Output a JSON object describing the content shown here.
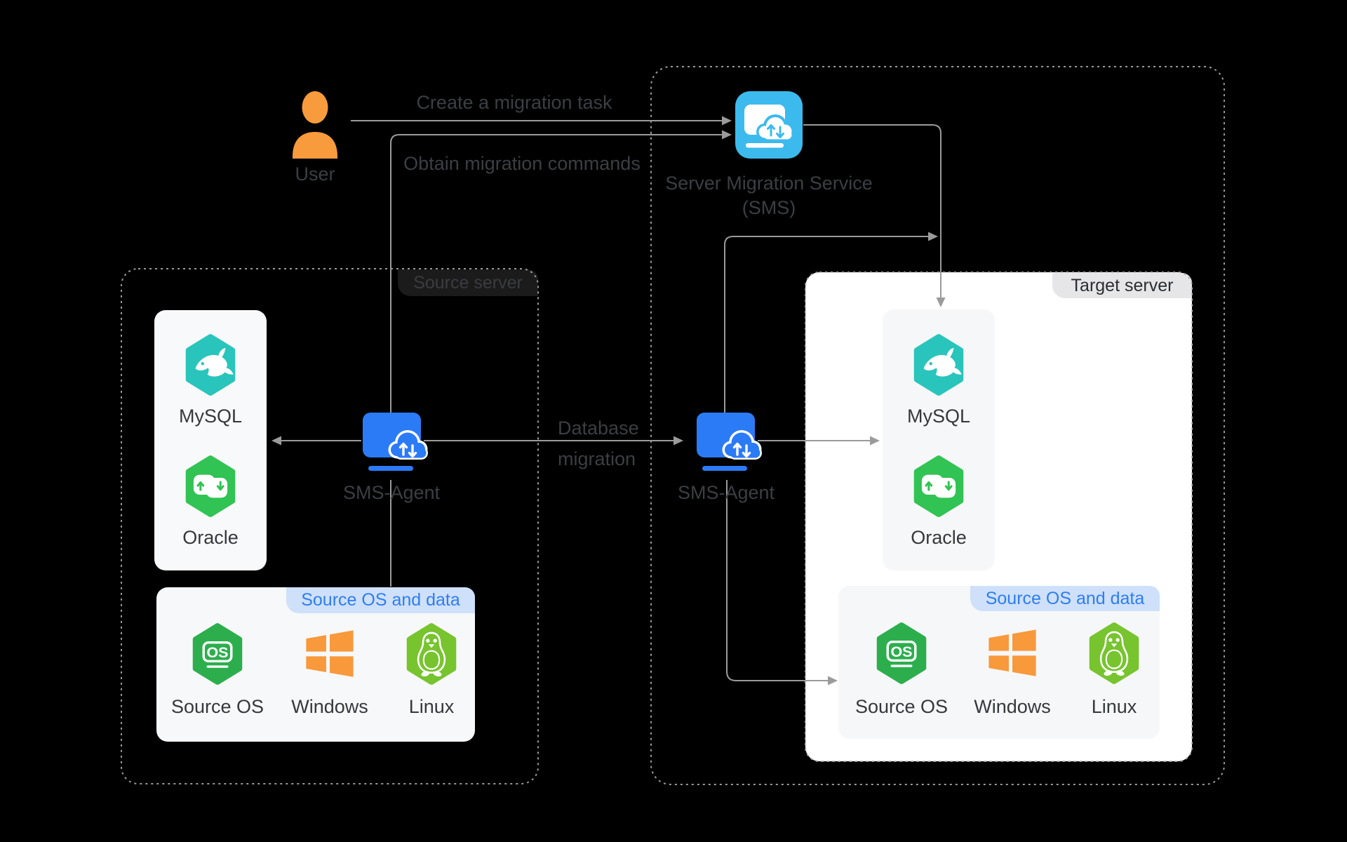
{
  "colors": {
    "background": "#000000",
    "agent_blue": "#2b7bf7",
    "service_blue": "#3cbaee",
    "mysql_teal": "#29c5bc",
    "oracle_green": "#31c353",
    "source_os_green": "#2cae4d",
    "linux_green": "#77c42f",
    "windows_orange": "#f8993c",
    "user_orange": "#f89b3d",
    "connector_gray": "#9b9b9b",
    "tag_blue_bg": "#cfe0fa",
    "tag_blue_text": "#2e7ef2",
    "panel_white": "#ffffff",
    "panel_gray": "#f7f8f9"
  },
  "user": {
    "label": "User"
  },
  "sms_service": {
    "label_line1": "Server Migration Service",
    "label_line2": "(SMS)"
  },
  "connectors": {
    "create_task_label": "Create a migration task",
    "obtain_commands_label": "Obtain migration commands",
    "database_migration_line1": "Database",
    "database_migration_line2": "migration"
  },
  "icons": {
    "os_glyph": "OS"
  },
  "source_server": {
    "tag": "Source server",
    "agent_label": "SMS-Agent",
    "databases": [
      {
        "label": "MySQL"
      },
      {
        "label": "Oracle"
      }
    ],
    "os_panel": {
      "tag": "Source OS and data",
      "items": [
        {
          "label": "Source OS"
        },
        {
          "label": "Windows"
        },
        {
          "label": "Linux"
        }
      ]
    }
  },
  "target_server": {
    "tag": "Target server",
    "agent_label": "SMS-Agent",
    "databases": [
      {
        "label": "MySQL"
      },
      {
        "label": "Oracle"
      }
    ],
    "os_panel": {
      "tag": "Source OS and data",
      "items": [
        {
          "label": "Source OS"
        },
        {
          "label": "Windows"
        },
        {
          "label": "Linux"
        }
      ]
    }
  }
}
